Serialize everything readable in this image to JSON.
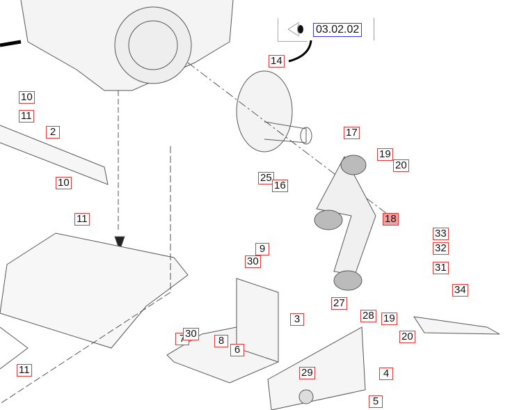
{
  "reference_link": "03.02.02",
  "view_icon": "eye-view-icon",
  "callouts": [
    "10",
    "11",
    "2",
    "10",
    "11",
    "14",
    "17",
    "19",
    "20",
    "25",
    "16",
    "18",
    "33",
    "32",
    "31",
    "9",
    "30",
    "3",
    "34",
    "27",
    "28",
    "19",
    "20",
    "7",
    "30",
    "8",
    "6",
    "11",
    "29",
    "4",
    "5"
  ],
  "highlighted_callout": "18"
}
